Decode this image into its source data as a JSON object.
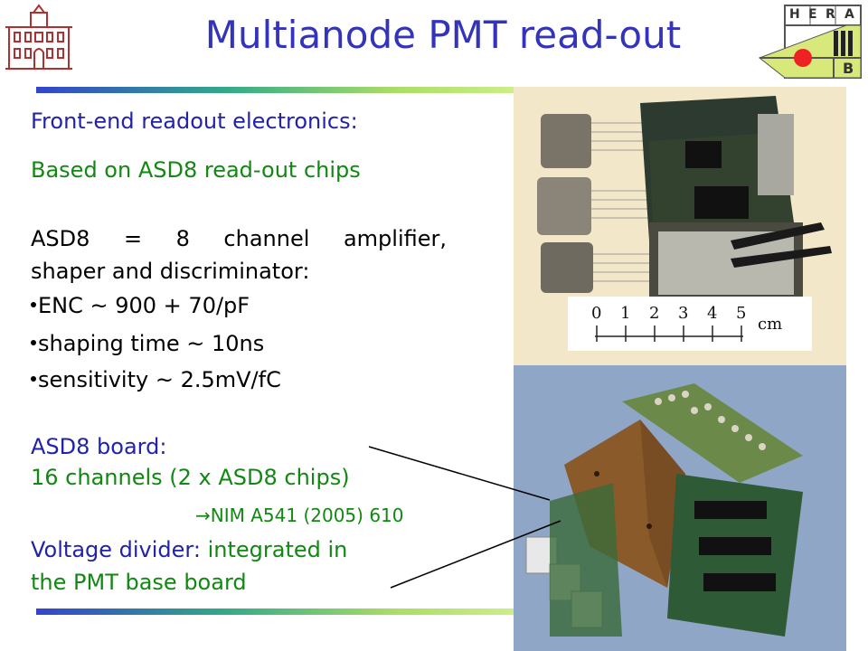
{
  "slide": {
    "title": "Multianode PMT read-out",
    "heading": "Front-end readout electronics:",
    "based_on": "Based on ASD8 read-out chips",
    "asd8_desc_line1": "ASD8 = 8 channel amplifier,",
    "asd8_desc_line2": "shaper and discriminator:",
    "bullets": [
      "ENC ~ 900 + 70/pF",
      "shaping time ~ 10ns",
      "sensitivity ~ 2.5mV/fC"
    ],
    "board_heading": "ASD8 board:",
    "board_channels": "16 channels (2 x ASD8 chips)",
    "reference_arrow": "→",
    "reference": "NIM A541 (2005) 610",
    "divider_label": "Voltage divider:",
    "divider_text_1": " integrated in",
    "divider_text_2": "the PMT base board"
  },
  "logo": {
    "letters": [
      "H",
      "E",
      "R",
      "A",
      "B"
    ]
  },
  "photo_top": {
    "ruler_numbers": [
      "0",
      "1",
      "2",
      "3",
      "4",
      "5"
    ],
    "ruler_unit": "cm"
  },
  "colors": {
    "title": "#3333bb",
    "blue_text": "#2222aa",
    "green_text": "#118811",
    "photo_bg_top": "#f2e7c9",
    "photo_bg_bottom": "#8fa6c6"
  }
}
